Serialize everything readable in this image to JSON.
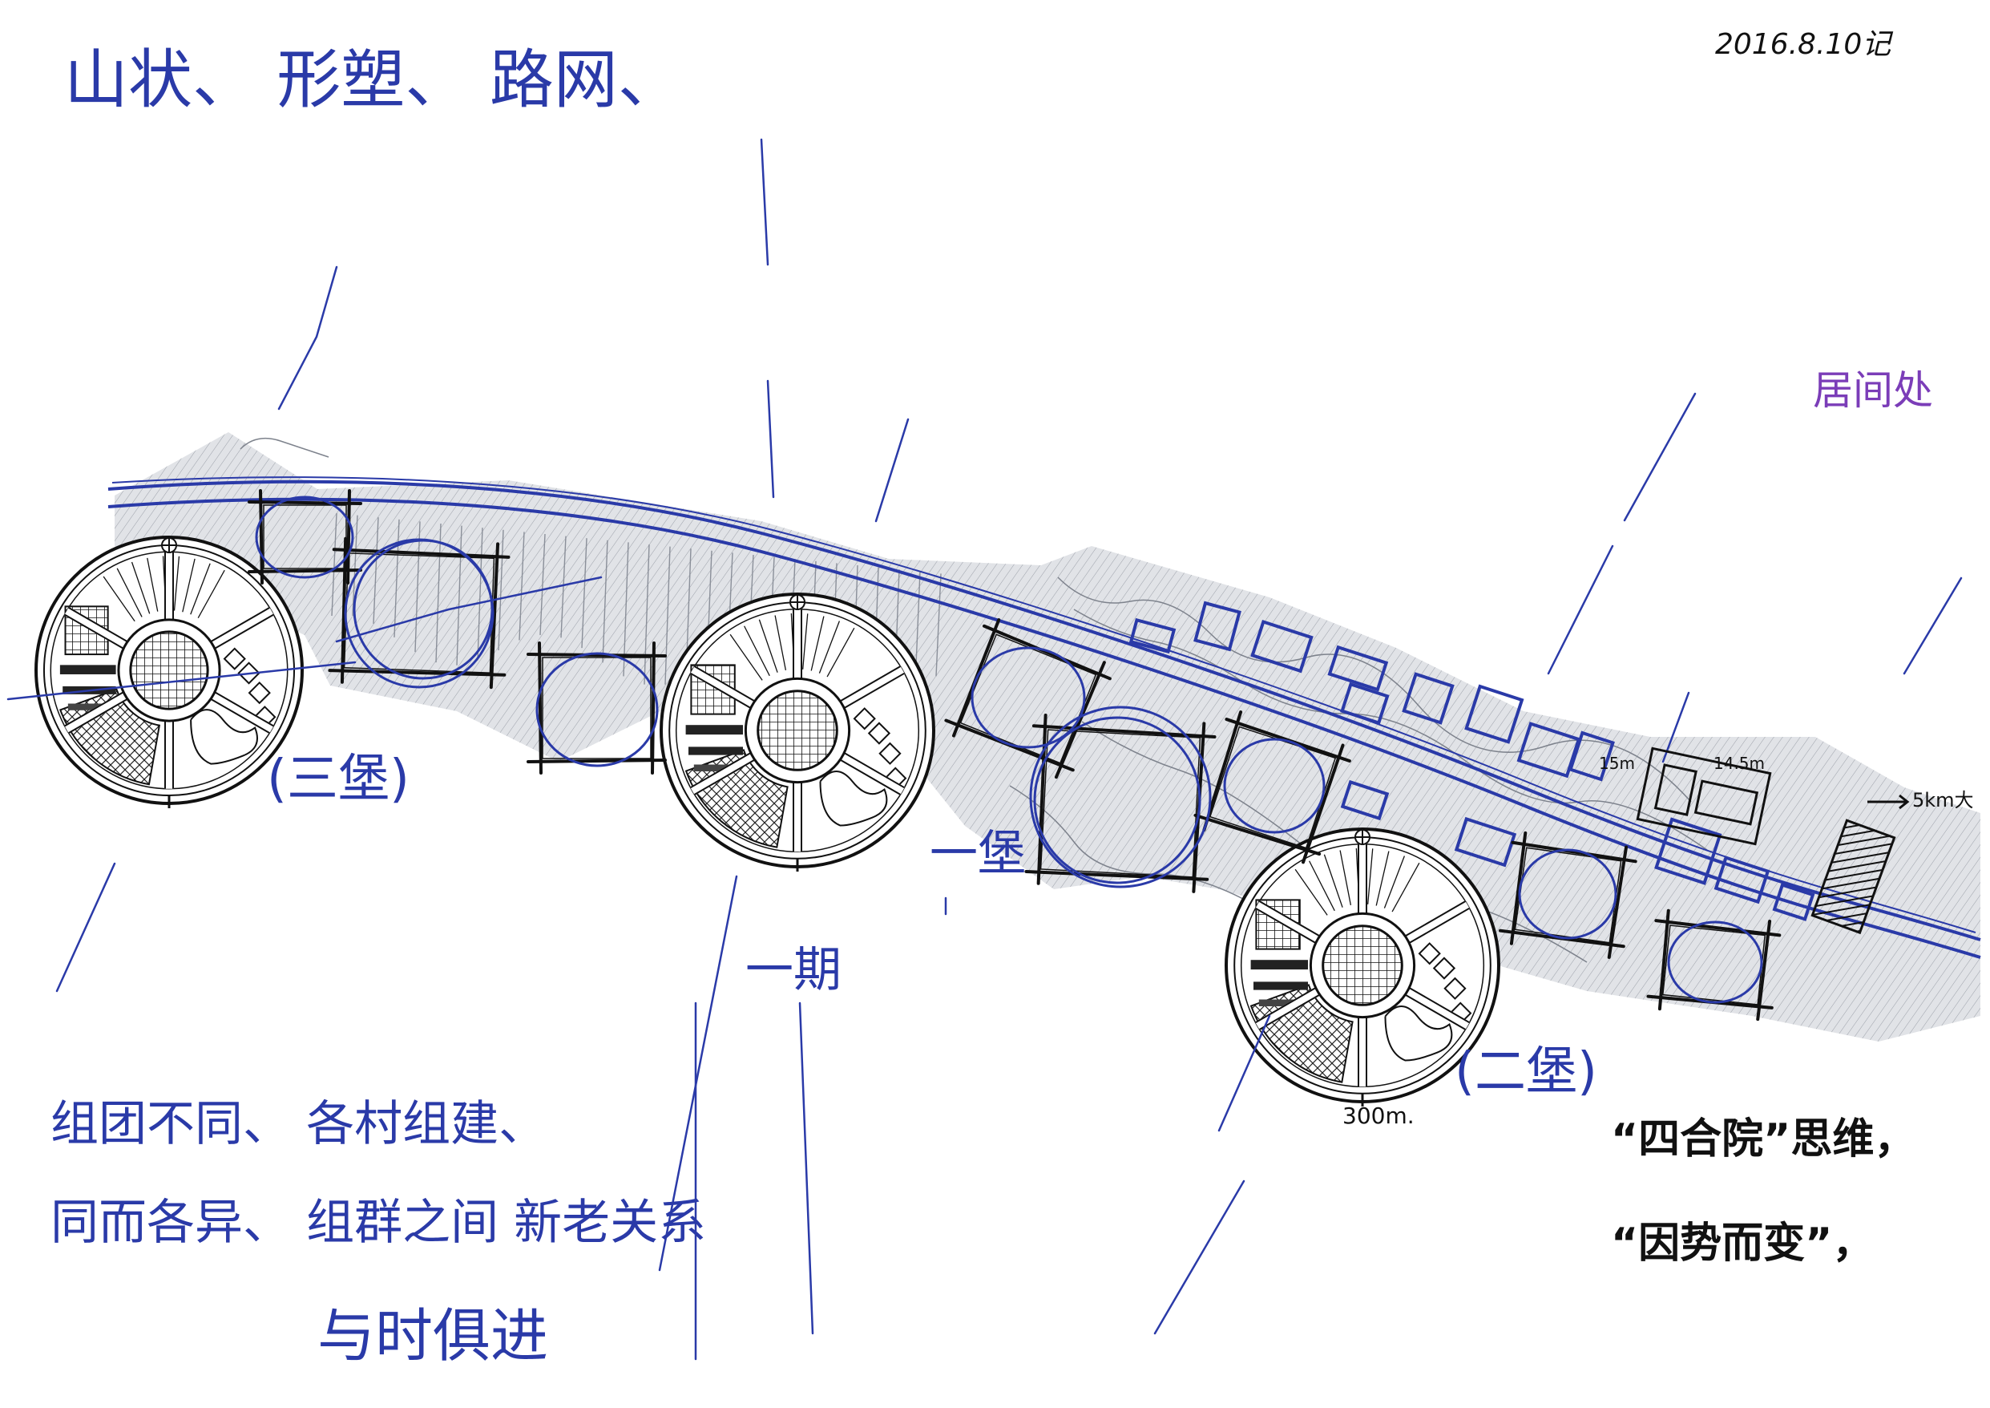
{
  "sketch": {
    "title_note": "山状、 形塑、 路网、",
    "date": "2016.8.10记",
    "purple_note": "居间处",
    "labels": {
      "fort_three": "(三堡)",
      "fort_one": "一堡",
      "fort_two": "(二堡)",
      "phase_one": "一期",
      "distance": "300m.",
      "height_a": "15m",
      "height_b": "14.5m",
      "distance_right": "5km大"
    },
    "notes_left": [
      "组团不同、 各村组建、",
      "同而各异、 组群之间 新老关系",
      "与时俱进"
    ],
    "notes_right": [
      "“四合院”思维，",
      "“因势而变”，"
    ]
  },
  "colors": {
    "ink_blue": "#2a3aa8",
    "ink_black": "#111111",
    "ink_purple": "#7b3db8",
    "terrain_gray": "#c9ccd3"
  }
}
